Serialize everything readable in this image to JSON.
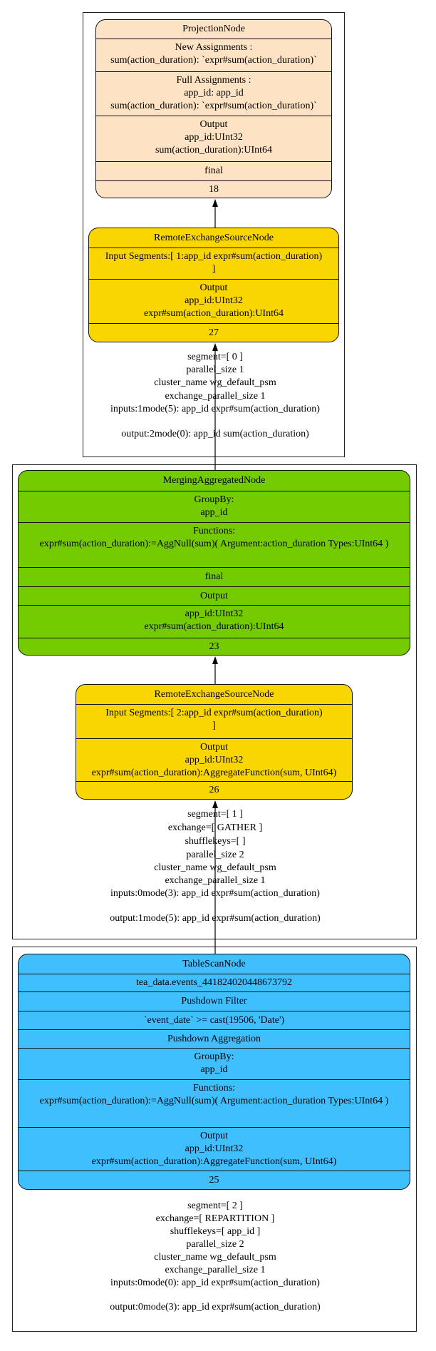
{
  "colors": {
    "projection": "#fde3c3",
    "remote_exchange": "#fad600",
    "merging": "#74cc00",
    "table_scan": "#40bfff",
    "edge": "#000000"
  },
  "clusters": [
    {
      "projection": {
        "title": "ProjectionNode",
        "new_assignments_header": "New Assignments :",
        "new_assignments": "sum(action_duration): `expr#sum(action_duration)`",
        "full_assignments_header": "Full Assignments :",
        "full_assignments": [
          "app_id: app_id",
          "sum(action_duration): `expr#sum(action_duration)`"
        ],
        "output_header": "Output",
        "output": [
          "app_id:UInt32",
          "sum(action_duration):UInt64"
        ],
        "final": "final",
        "id": "18"
      },
      "remote_exchange": {
        "title": "RemoteExchangeSourceNode",
        "input_segments": [
          "Input Segments:[ 1:app_id expr#sum(action_duration)",
          "]"
        ],
        "output_header": "Output",
        "output": [
          "app_id:UInt32",
          "expr#sum(action_duration):UInt64"
        ],
        "id": "27"
      },
      "segment_info": [
        "segment=[ 0 ]",
        "parallel_size 1",
        "cluster_name wg_default_psm",
        "exchange_parallel_size 1",
        "inputs:1mode(5): app_id expr#sum(action_duration)",
        "output:2mode(0): app_id sum(action_duration)"
      ]
    },
    {
      "merging": {
        "title": "MergingAggregatedNode",
        "groupby_header": "GroupBy:",
        "groupby": "app_id",
        "functions_header": "Functions:",
        "functions": "expr#sum(action_duration):=AggNull(sum)( Argument:action_duration Types:UInt64 )",
        "final": "final",
        "output_header": "Output",
        "output": [
          "app_id:UInt32",
          "expr#sum(action_duration):UInt64"
        ],
        "id": "23"
      },
      "remote_exchange": {
        "title": "RemoteExchangeSourceNode",
        "input_segments": [
          "Input Segments:[ 2:app_id expr#sum(action_duration)",
          "]"
        ],
        "output_header": "Output",
        "output": [
          "app_id:UInt32",
          "expr#sum(action_duration):AggregateFunction(sum, UInt64)"
        ],
        "id": "26"
      },
      "segment_info": [
        "segment=[ 1 ]",
        "exchange=[ GATHER ]",
        "shufflekeys=[  ]",
        "parallel_size 2",
        "cluster_name wg_default_psm",
        "exchange_parallel_size 1",
        "inputs:0mode(3): app_id expr#sum(action_duration)",
        "output:1mode(5): app_id expr#sum(action_duration)"
      ]
    },
    {
      "table_scan": {
        "title": "TableScanNode",
        "table": "tea_data.events_441824020448673792",
        "pushdown_filter_header": "Pushdown Filter",
        "pushdown_filter": "`event_date` >= cast(19506, 'Date')",
        "pushdown_aggregation_header": "Pushdown Aggregation",
        "groupby_header": "GroupBy:",
        "groupby": "app_id",
        "functions_header": "Functions:",
        "functions": "expr#sum(action_duration):=AggNull(sum)( Argument:action_duration Types:UInt64 )",
        "output_header": "Output",
        "output": [
          "app_id:UInt32",
          "expr#sum(action_duration):AggregateFunction(sum, UInt64)"
        ],
        "id": "25"
      },
      "segment_info": [
        "segment=[ 2 ]",
        "exchange=[ REPARTITION ]",
        "shufflekeys=[ app_id  ]",
        "parallel_size 2",
        "cluster_name wg_default_psm",
        "exchange_parallel_size 1",
        "inputs:0mode(0): app_id expr#sum(action_duration)",
        "output:0mode(3): app_id expr#sum(action_duration)"
      ]
    }
  ]
}
